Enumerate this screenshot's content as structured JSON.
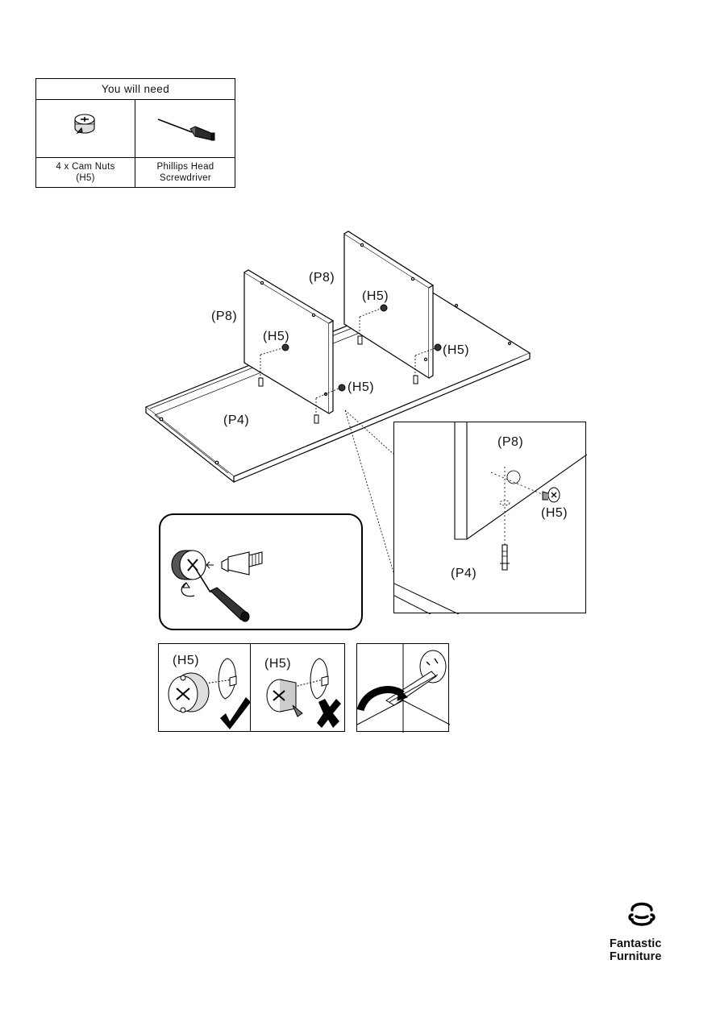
{
  "parts_table": {
    "title": "You will need",
    "items": [
      {
        "icon": "cam-nut-icon",
        "caption_line1": "4 x Cam Nuts",
        "caption_line2": "(H5)"
      },
      {
        "icon": "screwdriver-icon",
        "caption_line1": "Phillips Head",
        "caption_line2": "Screwdriver"
      }
    ]
  },
  "diagram": {
    "label_p8_left": "(P8)",
    "label_p8_right": "(P8)",
    "label_p4": "(P4)",
    "label_h5_a": "(H5)",
    "label_h5_b": "(H5)",
    "label_h5_c": "(H5)",
    "label_h5_d": "(H5)"
  },
  "zoom_detail": {
    "label_p8": "(P8)",
    "label_h5": "(H5)",
    "label_p4": "(P4)"
  },
  "correct_detail": {
    "label_h5": "(H5)"
  },
  "wrong_detail": {
    "label_h5": "(H5)"
  },
  "brand": {
    "line1": "Fantastic",
    "line2": "Furniture"
  }
}
